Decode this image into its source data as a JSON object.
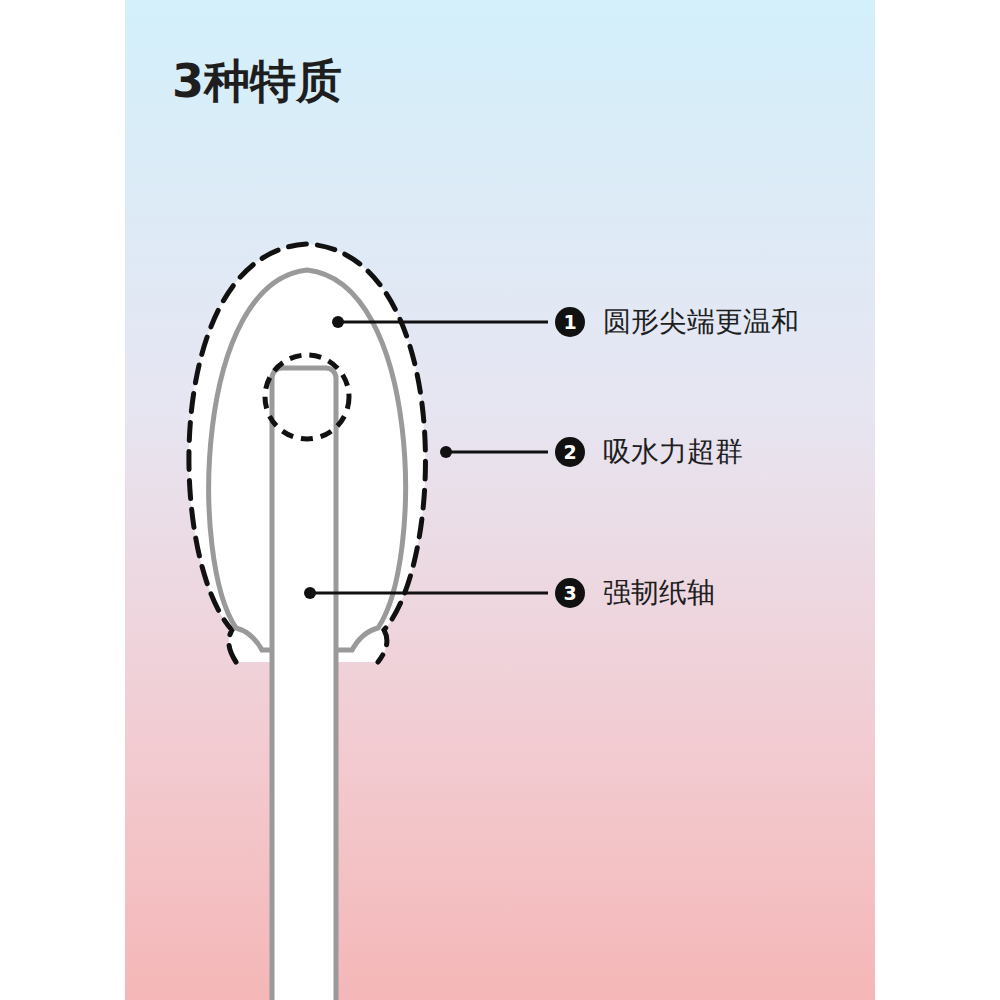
{
  "diagram": {
    "title": "3种特质",
    "labels": [
      "1",
      "圆形尖端更温和",
      "2",
      "吸水力超群",
      "3",
      "强韧纸轴"
    ]
  }
}
